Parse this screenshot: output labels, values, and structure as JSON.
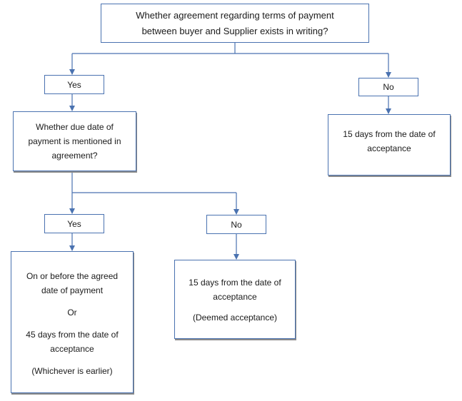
{
  "root_question": {
    "lines": [
      "Whether agreement regarding terms of payment",
      "between buyer and Supplier exists in writing?"
    ]
  },
  "branch1": {
    "yes_label": "Yes",
    "no_label": "No",
    "no_result": {
      "lines": [
        "15 days from the date of",
        "acceptance"
      ]
    }
  },
  "question2": {
    "lines": [
      "Whether due date of",
      "payment is mentioned in",
      "agreement?"
    ]
  },
  "branch2": {
    "yes_label": "Yes",
    "no_label": "No",
    "yes_result": {
      "line1": "On or before the agreed",
      "line2": "date of payment",
      "or": "Or",
      "line3": "45 days from the date of",
      "line4": "acceptance",
      "note": "(Whichever is earlier)"
    },
    "no_result": {
      "line1": "15 days from the date of",
      "line2": "acceptance",
      "note": "(Deemed acceptance)"
    }
  },
  "colors": {
    "box_border": "#4a72b0",
    "connector": "#4a72b0",
    "shadow": "#8a8a8a"
  }
}
